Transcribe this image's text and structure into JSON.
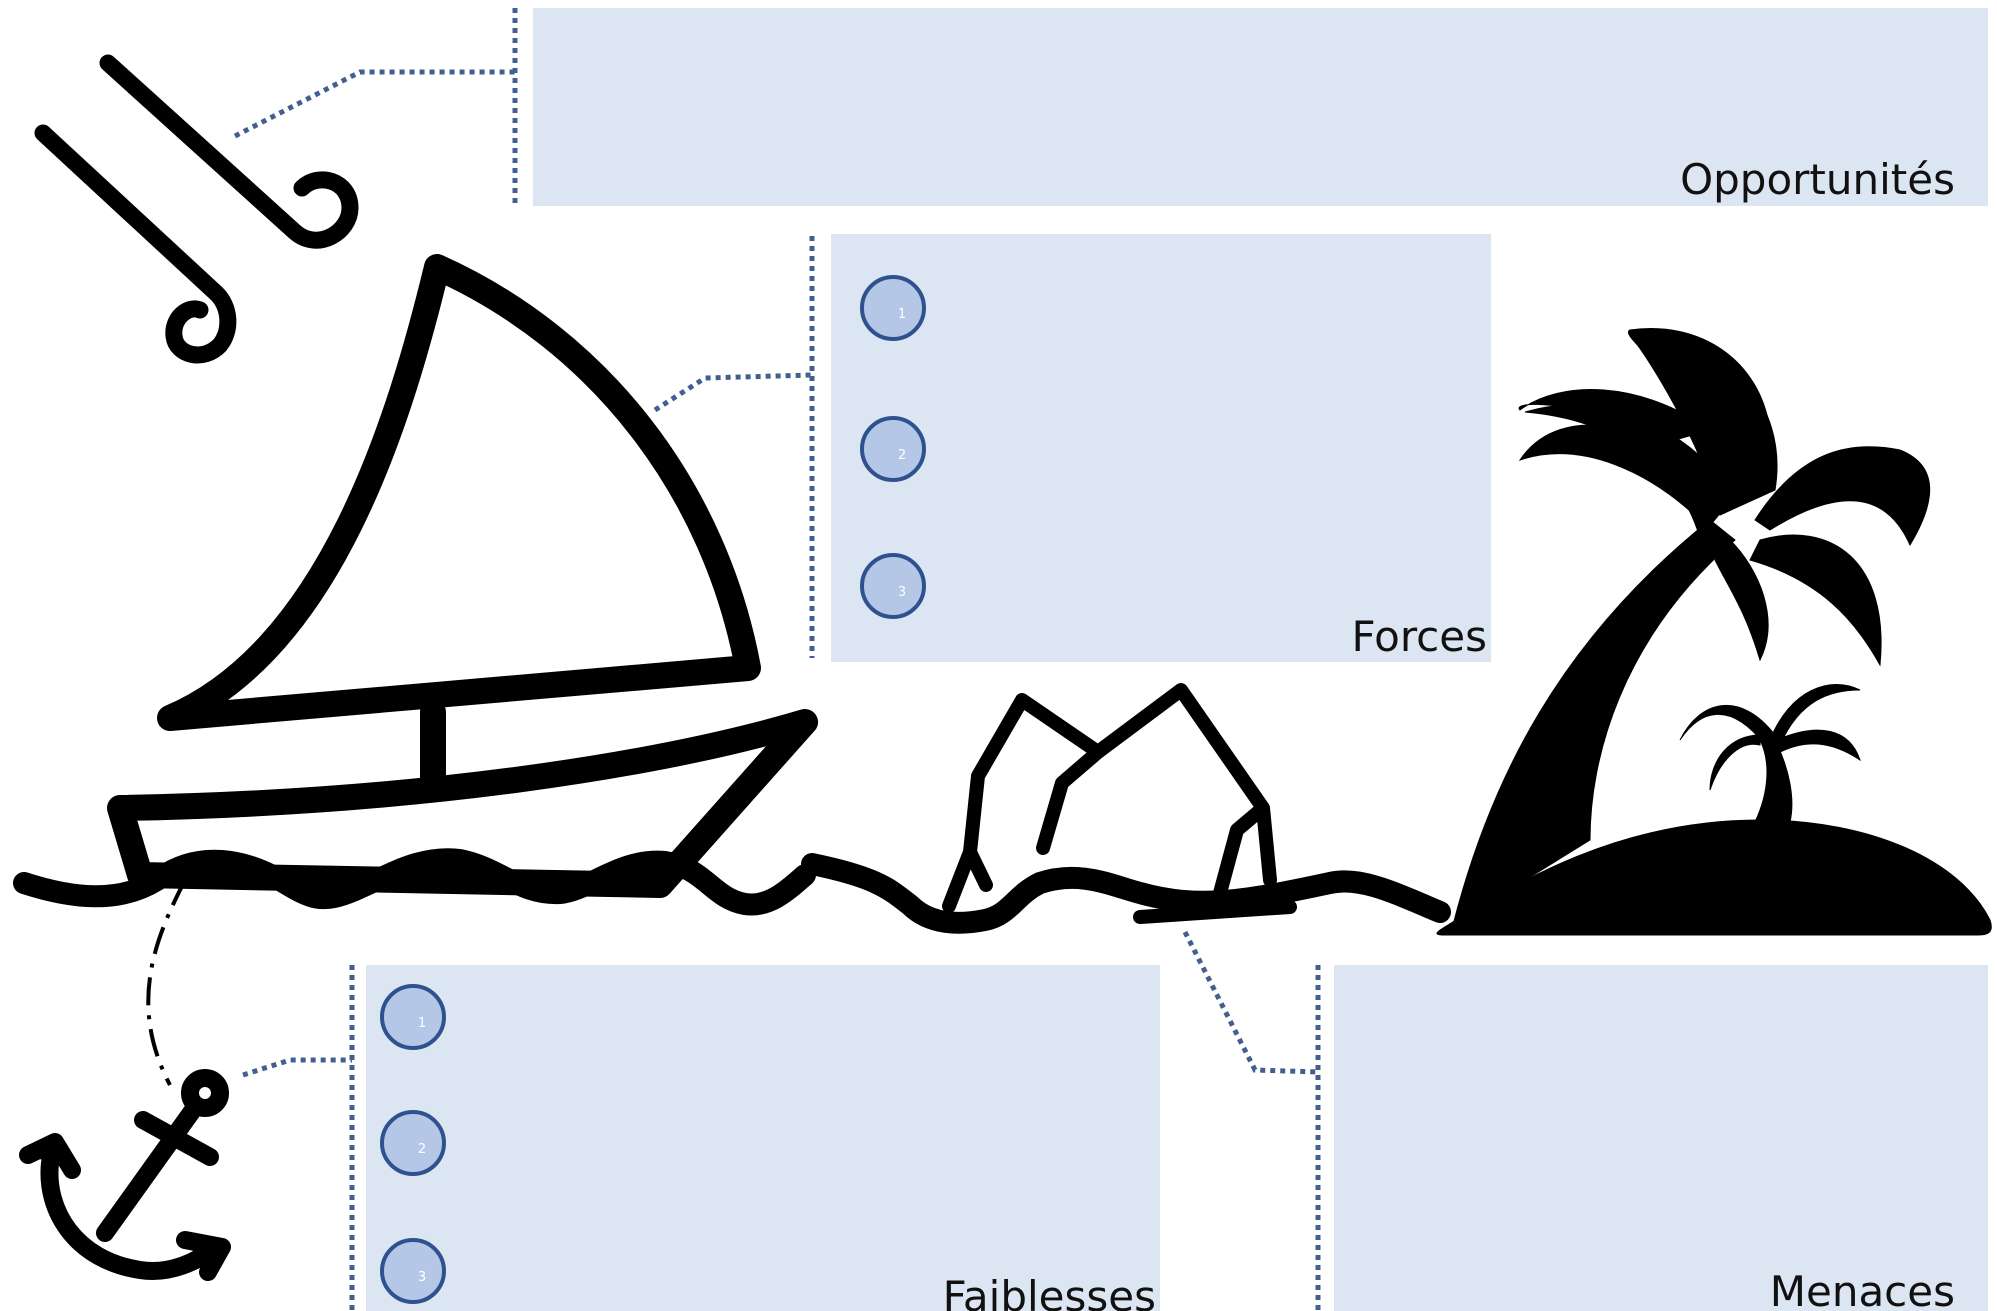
{
  "sections": {
    "opportunities": {
      "label": "Opportunités"
    },
    "strengths": {
      "label": "Forces",
      "bullets": [
        "1",
        "2",
        "3"
      ]
    },
    "weaknesses": {
      "label": "Faiblesses",
      "bullets": [
        "1",
        "2",
        "3"
      ]
    },
    "threats": {
      "label": "Menaces"
    }
  },
  "colors": {
    "box_fill": "#dce6f2",
    "bullet_fill": "#b4c7e7",
    "bullet_stroke": "#2f528f",
    "connector": "#41608f",
    "icon": "#000000"
  },
  "icons": [
    "wind-icon",
    "sailboat-icon",
    "anchor-icon",
    "iceberg-icon",
    "palm-island-icon",
    "waves-icon"
  ]
}
